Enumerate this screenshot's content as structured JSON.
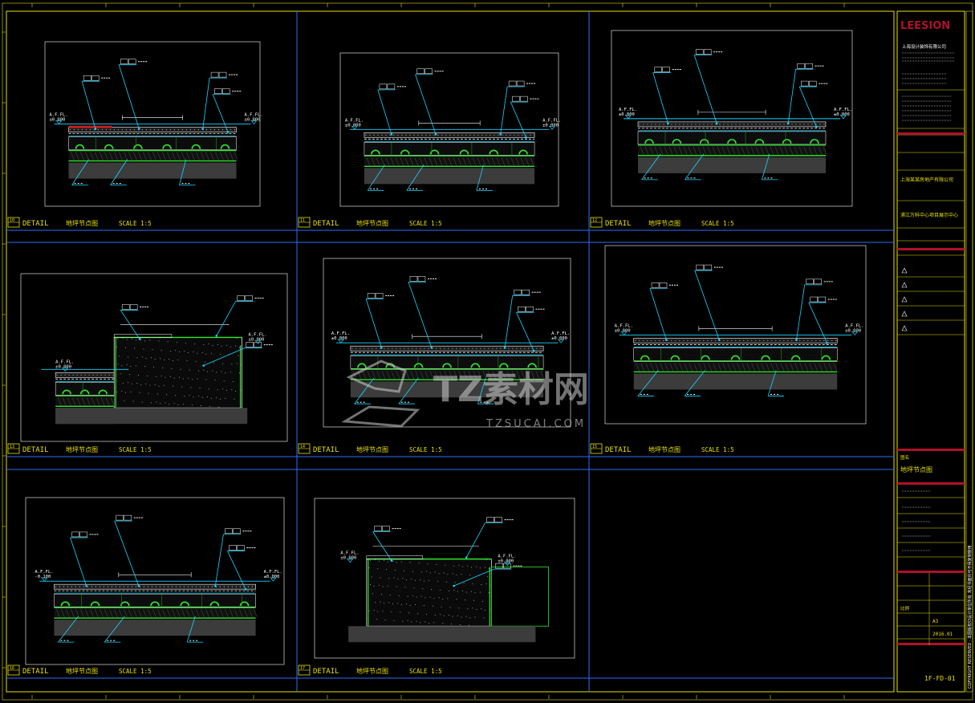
{
  "colors": {
    "background": "#000000",
    "frame": "#e8e000",
    "grid": "#2f6bff",
    "green": "#2ee82e",
    "cyan": "#19d6ff",
    "red": "#c81f1f",
    "white": "#ffffff",
    "gray": "#3c3c3c",
    "titleblock_bar": "#b0102a"
  },
  "panels": [
    {
      "label": "DETAIL",
      "title": "地坪节点图",
      "scale": "SCALE 1:5",
      "num": "10",
      "variant": "standard"
    },
    {
      "label": "DETAIL",
      "title": "地坪节点图",
      "scale": "SCALE 1:5",
      "num": "11",
      "variant": "standard"
    },
    {
      "label": "DETAIL",
      "title": "地坪节点图",
      "scale": "SCALE 1:5",
      "num": "12",
      "variant": "standard"
    },
    {
      "label": "DETAIL",
      "title": "地坪节点图",
      "scale": "SCALE 1:5",
      "num": "13",
      "variant": "step"
    },
    {
      "label": "DETAIL",
      "title": "地坪节点图",
      "scale": "SCALE 1:5",
      "num": "14",
      "variant": "standard"
    },
    {
      "label": "DETAIL",
      "title": "地坪节点图",
      "scale": "SCALE 1:5",
      "num": "15",
      "variant": "standard"
    },
    {
      "label": "DETAIL",
      "title": "地坪节点图",
      "scale": "SCALE 1:5",
      "num": "16",
      "variant": "standard"
    },
    {
      "label": "DETAIL",
      "title": "地坪节点图",
      "scale": "SCALE 1:5",
      "num": "17",
      "variant": "step"
    }
  ],
  "annotations": {
    "afl": "A.F.FL.",
    "level_zero": "±0.000",
    "level_minus": "-0.100"
  },
  "watermark": {
    "brand": "TZ素材网",
    "url": "TZSUCAI.COM"
  },
  "titleblock": {
    "logo": "LEESION",
    "company": "上海设计装饰有限公司",
    "project_name": "上海某某房地产有限公司",
    "project": "浦江万科中心项目展示中心",
    "drawing_title_label": "图名",
    "drawing_title": "地坪节点图",
    "sheet_no": "1F-FD-01",
    "scale_label": "比例",
    "scale_value": "A3",
    "date_value": "2016.01",
    "side_text": "COPYRIGHT RESERVED · 本图版权归设计单位所有 未经书面许可不得复制使用"
  }
}
